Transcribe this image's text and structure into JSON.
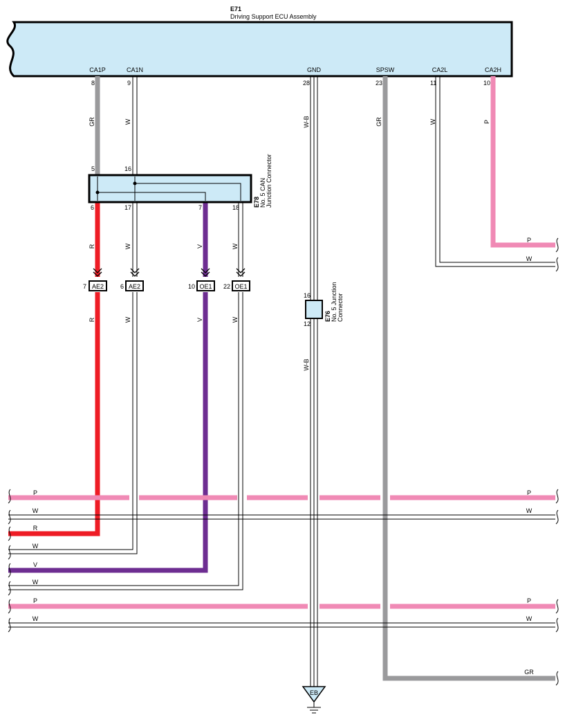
{
  "ecu": {
    "code": "E71",
    "name": "Driving Support ECU Assembly",
    "terminals": [
      {
        "name": "CA1P",
        "pin": "8",
        "color": "GR"
      },
      {
        "name": "CA1N",
        "pin": "9",
        "color": "W"
      },
      {
        "name": "GND",
        "pin": "28",
        "color": "W-B"
      },
      {
        "name": "SPSW",
        "pin": "23",
        "color": "GR"
      },
      {
        "name": "CA2L",
        "pin": "11",
        "color": "W"
      },
      {
        "name": "CA2H",
        "pin": "10",
        "color": "P"
      }
    ]
  },
  "can_junction": {
    "code": "E78",
    "line1": "No. 5 CAN",
    "line2": "Junction Connector",
    "pins_top": [
      "5",
      "16"
    ],
    "pins_bottom": [
      "6",
      "17",
      "7",
      "18"
    ],
    "wire_colors": [
      "R",
      "W",
      "V",
      "W"
    ]
  },
  "inline_connectors": [
    {
      "pin": "7",
      "name": "AE2",
      "color": "R"
    },
    {
      "pin": "6",
      "name": "AE2",
      "color": "W"
    },
    {
      "pin": "10",
      "name": "OE1",
      "color": "V"
    },
    {
      "pin": "22",
      "name": "OE1",
      "color": "W"
    }
  ],
  "junction": {
    "code": "E76",
    "line1": "No. 5 Junction",
    "line2": "Connector",
    "pin_top": "16",
    "pin_bottom": "12",
    "wire_color": "W-B"
  },
  "ground": {
    "label": "EB"
  },
  "right_wires": [
    {
      "label": "P"
    },
    {
      "label": "W"
    }
  ],
  "bus_wires": [
    {
      "left": "P",
      "right": "P"
    },
    {
      "left": "W",
      "right": "W"
    },
    {
      "left": "R"
    },
    {
      "left": "W"
    },
    {
      "left": "V"
    },
    {
      "left": "W"
    },
    {
      "left": "P",
      "right": "P"
    },
    {
      "left": "W",
      "right": "W"
    }
  ],
  "spsw_wire": {
    "label": "GR"
  },
  "colors": {
    "ecu_fill": "#cdeaf7",
    "junction_fill": "#cdeaf7",
    "pink": "#f08ab5",
    "gray": "#9a9a9c",
    "red": "#ee1c25",
    "violet": "#6d2d91",
    "line": "#000000"
  }
}
